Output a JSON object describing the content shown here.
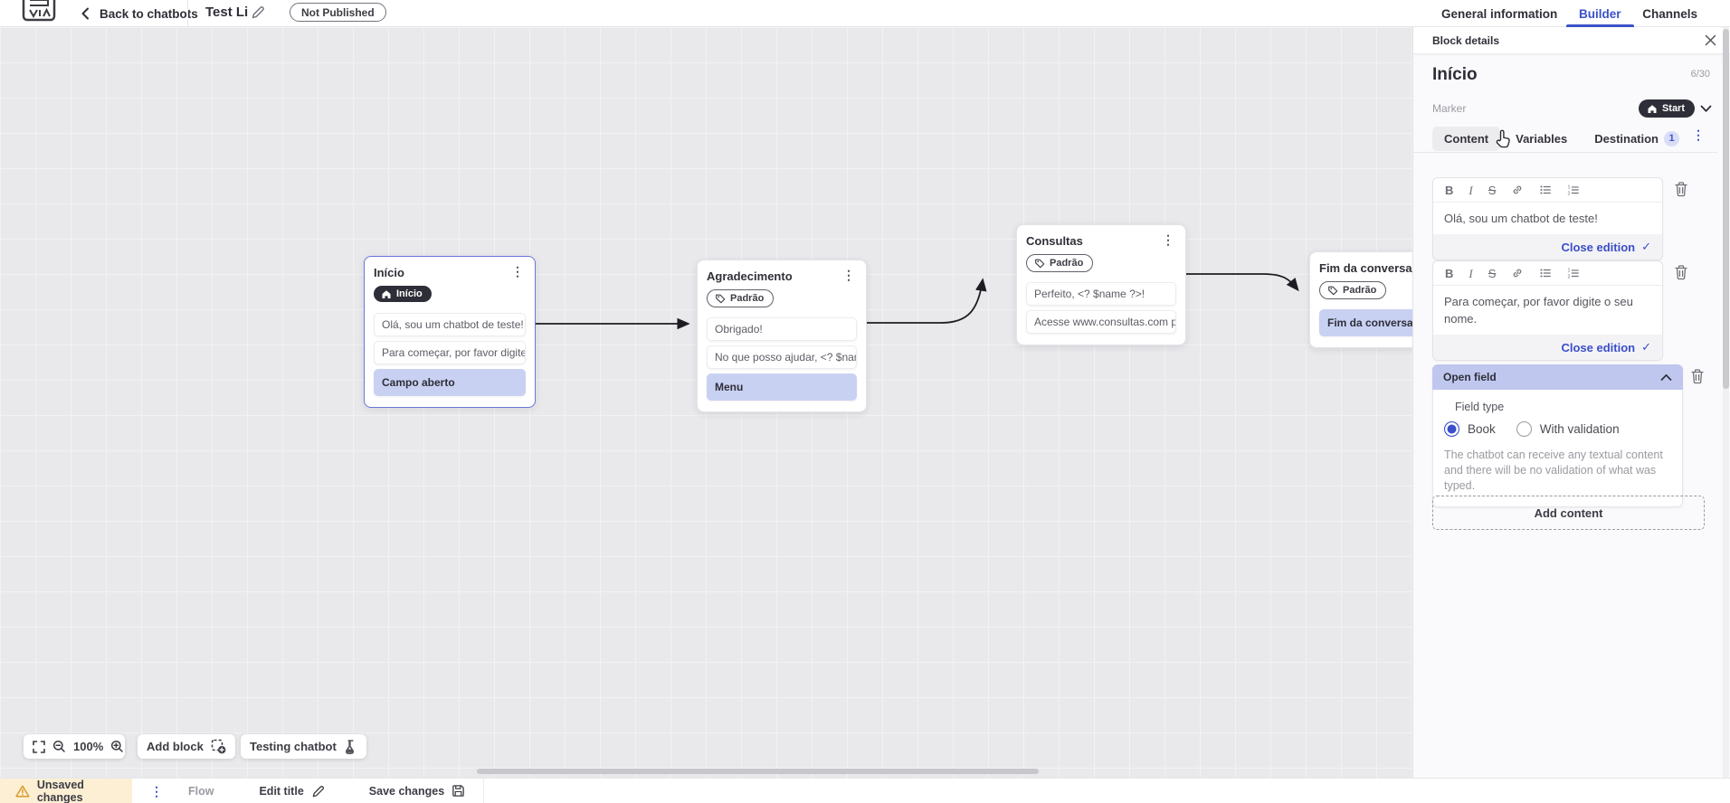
{
  "header": {
    "back_label": "Back to chatbots",
    "title": "Test Li",
    "status": "Not Published",
    "tabs": [
      {
        "label": "General information"
      },
      {
        "label": "Builder"
      },
      {
        "label": "Channels"
      }
    ]
  },
  "canvas": {
    "blocks": [
      {
        "title": "Início",
        "badge": "Início",
        "items": [
          "Olá, sou um chatbot de teste!",
          "Para começar, por favor digite o ...",
          "Campo aberto"
        ]
      },
      {
        "title": "Agradecimento",
        "badge": "Padrão",
        "items": [
          "Obrigado!",
          "No que posso ajudar, <? $name ...",
          "Menu"
        ]
      },
      {
        "title": "Consultas",
        "badge": "Padrão",
        "items": [
          "Perfeito, <? $name ?>!",
          "Acesse www.consultas.com par..."
        ]
      },
      {
        "title": "Fim da conversa",
        "badge": "Padrão",
        "items": [
          "Fim da conversa"
        ]
      }
    ],
    "toolbar": {
      "zoom_level": "100%",
      "add_block_label": "Add block",
      "testing_label": "Testing chatbot"
    }
  },
  "panel": {
    "bar_title": "Block details",
    "block_name": "Início",
    "char_counter": "6/30",
    "marker_label": "Marker",
    "marker_value": "Start",
    "tabs": [
      {
        "label": "Content"
      },
      {
        "label": "Variables"
      },
      {
        "label": "Destination",
        "badge": "1"
      }
    ],
    "editors": [
      {
        "text": "Olá, sou um chatbot de teste!",
        "close_label": "Close edition"
      },
      {
        "text": "Para começar, por favor digite o seu nome.",
        "close_label": "Close edition"
      }
    ],
    "open_field": {
      "title": "Open field",
      "field_type_label": "Field type",
      "options": [
        {
          "label": "Book",
          "selected": true
        },
        {
          "label": "With validation",
          "selected": false
        }
      ],
      "description": "The chatbot can receive any textual content and there will be no validation of what was typed."
    },
    "add_content_label": "Add content"
  },
  "statusbar": {
    "unsaved_label": "Unsaved changes",
    "flow_label": "Flow",
    "edit_title_label": "Edit title",
    "save_label": "Save changes"
  },
  "icons": {
    "bold": "B",
    "italic": "I",
    "strike": "S",
    "kebab": "⋮",
    "check": "✓"
  },
  "colors": {
    "accent_blue": "#3b52c9",
    "highlight": "#c9d1f3",
    "dark_badge": "#2e2e38",
    "selected_border": "#6b74d8",
    "warning_bg": "#fcefd4"
  }
}
